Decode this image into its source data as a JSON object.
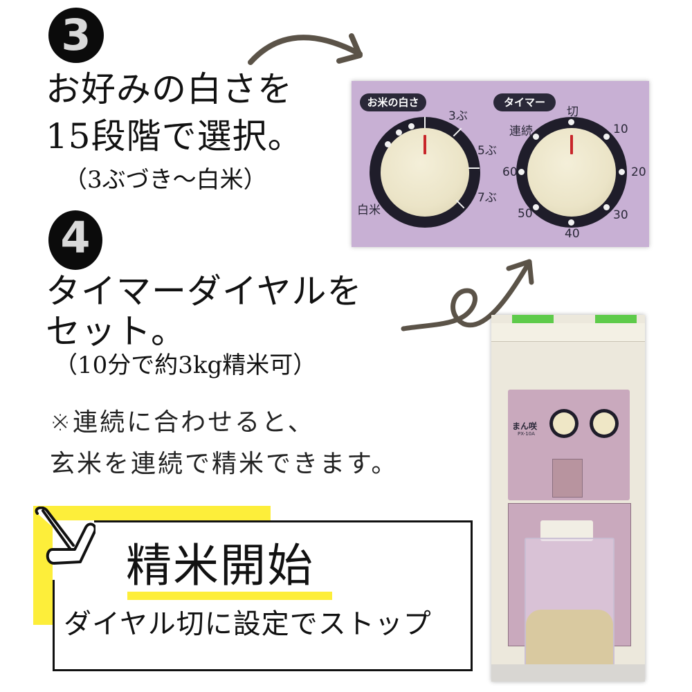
{
  "step3": {
    "badge": "3",
    "headline_line1": "お好みの白さを",
    "headline_line2": "15段階で選択。",
    "sub": "（3ぶづき～白米）"
  },
  "step4": {
    "badge": "4",
    "headline_line1": "タイマーダイヤルを",
    "headline_line2": "セット。",
    "sub": "（10分で約3kg精米可）"
  },
  "note": {
    "line1": "※連続に合わせると、",
    "line2": "玄米を連続で精米できます。"
  },
  "control_panel": {
    "whiteness_label": "お米の白さ",
    "whiteness_scale": [
      "3ぶ",
      "5ぶ",
      "7ぶ",
      "白米"
    ],
    "timer_label": "タイマー",
    "timer_scale": [
      "切",
      "10",
      "20",
      "30",
      "40",
      "50",
      "60",
      "連続"
    ],
    "panel_color": "#c8b0d4",
    "indicator_color": "#c8262a"
  },
  "machine": {
    "brand": "まん咲",
    "model": "PX-10A",
    "body_color": "#c9a9bd"
  },
  "callout": {
    "title": "精米開始",
    "sub": "ダイヤル切に設定でストップ",
    "accent_color": "#fdee3a"
  }
}
